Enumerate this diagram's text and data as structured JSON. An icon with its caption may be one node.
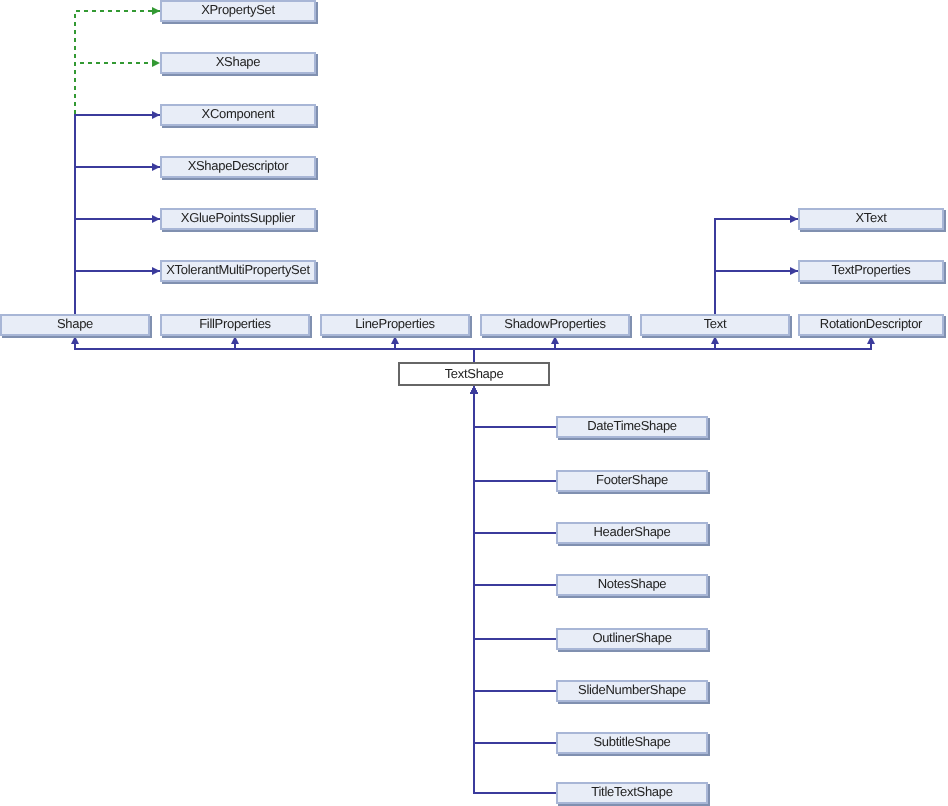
{
  "diagram": {
    "nodes": [
      {
        "text": [
          "XPropertySet"
        ]
      },
      {
        "text": [
          "XShape"
        ]
      },
      {
        "text": [
          "XComponent"
        ]
      },
      {
        "text": [
          "XShapeDescriptor"
        ]
      },
      {
        "text": [
          "XGluePointsSupplier"
        ]
      },
      {
        "text": [
          "XTolerantMultiPropertySet"
        ]
      },
      {
        "text": [
          "XText"
        ]
      },
      {
        "text": [
          "TextProperties"
        ]
      },
      {
        "text": [
          "Shape"
        ]
      },
      {
        "text": [
          "FillProperties"
        ]
      },
      {
        "text": [
          "LineProperties"
        ]
      },
      {
        "text": [
          "ShadowProperties"
        ]
      },
      {
        "text": [
          "Text"
        ]
      },
      {
        "text": [
          "RotationDescriptor"
        ]
      },
      {
        "text": [
          "TextShape"
        ]
      },
      {
        "text": [
          "DateTimeShape"
        ]
      },
      {
        "text": [
          "FooterShape"
        ]
      },
      {
        "text": [
          "HeaderShape"
        ]
      },
      {
        "text": [
          "NotesShape"
        ]
      },
      {
        "text": [
          "OutlinerShape"
        ]
      },
      {
        "text": [
          "SlideNumberShape"
        ]
      },
      {
        "text": [
          "SubtitleShape"
        ]
      },
      {
        "text": [
          "TitleTextShape"
        ]
      }
    ],
    "edges": [
      {
        "from": 8,
        "to": 0,
        "arrow": "to",
        "style": "dashed",
        "color": "#339933"
      },
      {
        "from": 8,
        "to": 1,
        "arrow": "to",
        "style": "dashed",
        "color": "#339933"
      },
      {
        "from": 8,
        "to": 2,
        "arrow": "to"
      },
      {
        "from": 8,
        "to": 3,
        "arrow": "to"
      },
      {
        "from": 8,
        "to": 4,
        "arrow": "to"
      },
      {
        "from": 8,
        "to": 5,
        "arrow": "to"
      },
      {
        "from": 12,
        "to": 6,
        "arrow": "to"
      },
      {
        "from": 12,
        "to": 7,
        "arrow": "to"
      },
      {
        "from": 14,
        "to": 8,
        "arrow": "to"
      },
      {
        "from": 14,
        "to": 9,
        "arrow": "to"
      },
      {
        "from": 14,
        "to": 10,
        "arrow": "to"
      },
      {
        "from": 14,
        "to": 11,
        "arrow": "to"
      },
      {
        "from": 14,
        "to": 12,
        "arrow": "to"
      },
      {
        "from": 14,
        "to": 13,
        "arrow": "to"
      },
      {
        "from": 15,
        "to": 14,
        "arrow": "to"
      },
      {
        "from": 16,
        "to": 14,
        "arrow": "to"
      },
      {
        "from": 17,
        "to": 14,
        "arrow": "to"
      },
      {
        "from": 18,
        "to": 14,
        "arrow": "to"
      },
      {
        "from": 19,
        "to": 14,
        "arrow": "to"
      },
      {
        "from": 20,
        "to": 14,
        "arrow": "to"
      },
      {
        "from": 21,
        "to": 14,
        "arrow": "to"
      },
      {
        "from": 22,
        "to": 14,
        "arrow": "to"
      }
    ]
  }
}
